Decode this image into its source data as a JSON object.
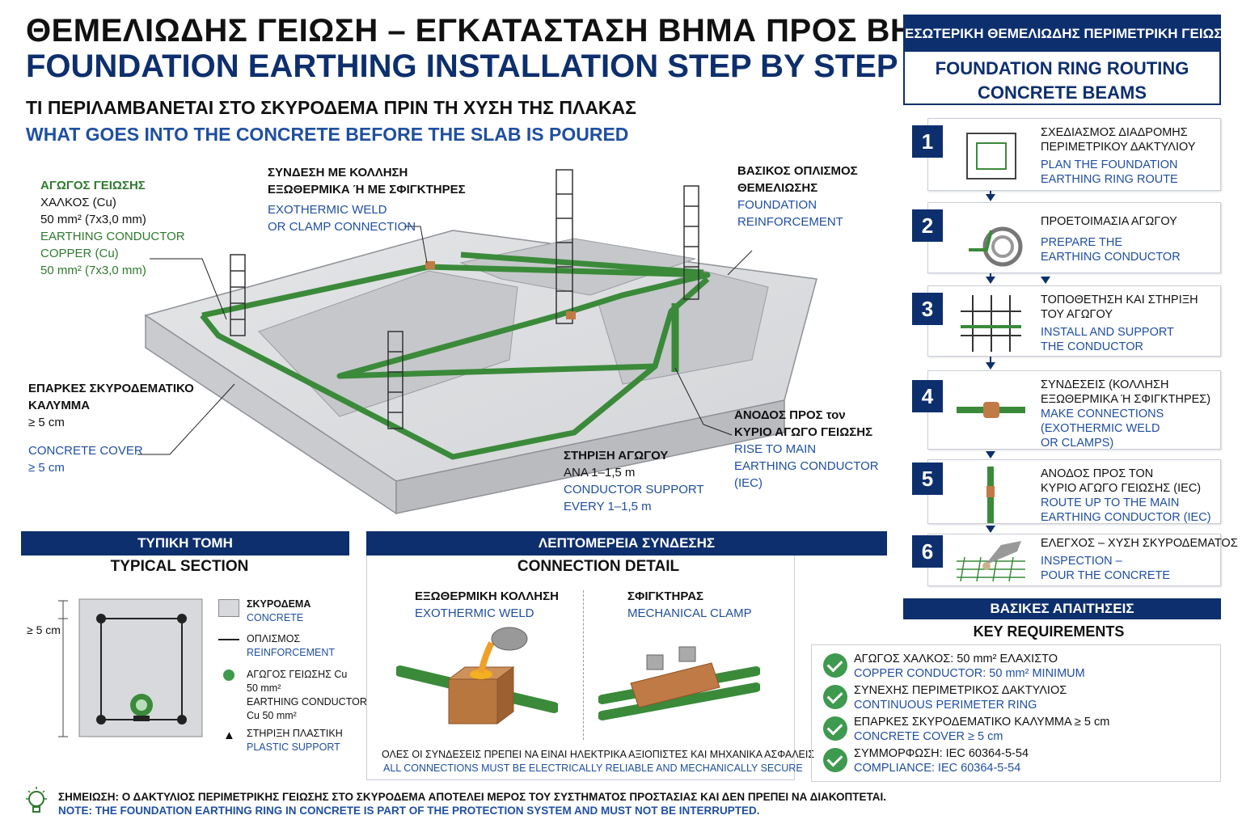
{
  "header": {
    "title_gr": "ΘΕΜΕΛΙΩΔΗΣ ΓΕΙΩΣΗ – ΕΓΚΑΤΑΣΤΑΣΗ ΒΗΜΑ ΠΡΟΣ ΒΗΜΑ",
    "title_en": "FOUNDATION EARTHING INSTALLATION STEP BY STEP",
    "subtitle_gr": "ΤΙ ΠΕΡΙΛΑΜΒΑΝΕΤΑΙ ΣΤΟ ΣΚΥΡΟΔΕΜΑ ΠΡΙΝ ΤΗ ΧΥΣΗ ΤΗΣ ΠΛΑΚΑΣ",
    "subtitle_en": "WHAT GOES INTO THE CONCRETE BEFORE THE SLAB IS POURED"
  },
  "callouts": {
    "conductor": {
      "gr1": "ΑΓΩΓΟΣ ΓΕΙΩΣΗΣ",
      "gr2": "ΧΑΛΚΟΣ (Cu)",
      "gr3": "50 mm² (7x3,0 mm)",
      "en1": "EARTHING CONDUCTOR",
      "en2": "COPPER (Cu)",
      "en3": "50 mm² (7x3,0 mm)"
    },
    "weld": {
      "gr1": "ΣΥΝΔΕΣΗ ΜΕ ΚΟΛΛΗΣΗ",
      "gr2": "ΕΞΩΘΕΡΜΙΚΑ Ή ΜΕ ΣΦΙΓΚΤΗΡΕΣ",
      "en1": "EXOTHERMIC WELD",
      "en2": "OR CLAMP CONNECTION"
    },
    "reinforcement": {
      "gr1": "ΒΑΣΙΚΟΣ ΟΠΛΙΣΜΟΣ",
      "gr2": "ΘΕΜΕΛΙΩΣΗΣ",
      "en1": "FOUNDATION",
      "en2": "REINFORCEMENT"
    },
    "cover": {
      "gr1": "ΕΠΑΡΚΕΣ ΣΚΥΡΟΔΕΜΑΤΙΚΟ",
      "gr2": "ΚΑΛΥΜΜΑ",
      "gr3": "≥ 5 cm",
      "en1": "CONCRETE COVER",
      "en2": "≥ 5 cm"
    },
    "rise": {
      "gr1": "ΑΝΟΔΟΣ ΠΡΟΣ τον",
      "gr2": "ΚΥΡΙΟ ΑΓΩΓΟ ΓΕΙΩΣΗΣ",
      "en1": "RISE TO MAIN",
      "en2": "EARTHING CONDUCTOR",
      "en3": "(IEC)"
    },
    "support": {
      "gr1": "ΣΤΗΡΙΞΗ ΑΓΩΓΟΥ",
      "gr2": "ΑΝΑ 1–1,5 m",
      "en1": "CONDUCTOR SUPPORT",
      "en2": "EVERY 1–1,5 m"
    }
  },
  "right_panel": {
    "bar": "ΕΣΩΤΕΡΙΚΗ ΘΕΜΕΛΙΩΔΗΣ ΠΕΡΙΜΕΤΡΙΚΗ ΓΕΙΩΣΗ",
    "title1": "FOUNDATION RING ROUTING",
    "title2": "CONCRETE BEAMS",
    "steps": [
      {
        "num": "1",
        "gr": [
          "ΣΧΕΔΙΑΣΜΟΣ ΔΙΑΔΡΟΜΗΣ",
          "ΠΕΡΙΜΕΤΡΙΚΟΥ ΔΑΚΤΥΛΙΟΥ"
        ],
        "en": [
          "PLAN THE FOUNDATION",
          "EARTHING RING ROUTE"
        ]
      },
      {
        "num": "2",
        "gr": [
          "ΠΡΟΕΤΟΙΜΑΣΙΑ ΑΓΩΓΟΥ"
        ],
        "en": [
          "PREPARE THE",
          "EARTHING CONDUCTOR"
        ]
      },
      {
        "num": "3",
        "gr": [
          "ΤΟΠΟΘΕΤΗΣΗ ΚΑΙ ΣΤΗΡΙΞΗ",
          "ΤΟΥ ΑΓΩΓΟΥ"
        ],
        "en": [
          "INSTALL AND SUPPORT",
          "THE CONDUCTOR"
        ]
      },
      {
        "num": "4",
        "gr": [
          "ΣΥΝΔΕΣΕΙΣ (ΚΟΛΛΗΣΗ",
          "ΕΞΩΘΕΡΜΙΚΑ Ή ΣΦΙΓΚΤΗΡΕΣ)"
        ],
        "en": [
          "MAKE CONNECTIONS",
          "(EXOTHERMIC WELD",
          "OR CLAMPS)"
        ]
      },
      {
        "num": "5",
        "gr": [
          "ΑΝΟΔΟΣ ΠΡΟΣ ΤΟΝ",
          "ΚΥΡΙΟ ΑΓΩΓΟ ΓΕΙΩΣΗΣ (IEC)"
        ],
        "en": [
          "ROUTE UP TO THE MAIN",
          "EARTHING CONDUCTOR (IEC)"
        ]
      },
      {
        "num": "6",
        "gr": [
          "ΕΛΕΓΧΟΣ – ΧΥΣΗ ΣΚΥΡΟΔΕΜΑΤΟΣ"
        ],
        "en": [
          "INSPECTION –",
          "POUR THE CONCRETE"
        ]
      }
    ]
  },
  "section": {
    "bar": "ΤΥΠΙΚΗ ΤΟΜΗ",
    "sub": "TYPICAL SECTION",
    "dim": "≥ 5 cm",
    "legend": {
      "concrete_gr": "ΣΚΥΡΟΔΕΜΑ",
      "concrete_en": "CONCRETE",
      "reinf_gr": "ΟΠΛΙΣΜΟΣ",
      "reinf_en": "REINFORCEMENT",
      "cond_gr1": "ΑΓΩΓΟΣ ΓΕΙΩΣΗΣ Cu",
      "cond_gr2": "50 mm²",
      "cond_en1": "EARTHING CONDUCTOR",
      "cond_en2": "Cu 50 mm²",
      "support_gr": "ΣΤΗΡΙΞΗ ΠΛΑΣΤΙΚΗ",
      "support_en": "PLASTIC SUPPORT"
    }
  },
  "connection": {
    "bar": "ΛΕΠΤΟΜΕΡΕΙΑ ΣΥΝΔΕΣΗΣ",
    "sub": "CONNECTION DETAIL",
    "weld_gr": "ΕΞΩΘΕΡΜΙΚΗ ΚΟΛΛΗΣΗ",
    "weld_en": "EXOTHERMIC WELD",
    "clamp_gr": "ΣΦΙΓΚΤΗΡΑΣ",
    "clamp_en": "MECHANICAL CLAMP",
    "note_gr": "ΟΛΕΣ ΟΙ ΣΥΝΔΕΣΕΙΣ ΠΡΕΠΕΙ ΝΑ ΕΙΝΑΙ ΗΛΕΚΤΡΙΚΑ ΑΞΙΟΠΙΣΤΕΣ ΚΑΙ ΜΗΧΑΝΙΚΑ ΑΣΦΑΛΕΙΣ",
    "note_en": "ALL CONNECTIONS MUST BE ELECTRICALLY RELIABLE AND MECHANICALLY SECURE"
  },
  "requirements": {
    "bar": "ΒΑΣΙΚΕΣ ΑΠΑΙΤΗΣΕΙΣ",
    "sub": "KEY REQUIREMENTS",
    "items": [
      {
        "gr": "ΑΓΩΓΟΣ ΧΑΛΚΟΣ: 50 mm² ΕΛΑΧΙΣΤΟ",
        "en": "COPPER CONDUCTOR: 50 mm² MINIMUM"
      },
      {
        "gr": "ΣΥΝΕΧΗΣ ΠΕΡΙΜΕΤΡΙΚΟΣ ΔΑΚΤΥΛΙΟΣ",
        "en": "CONTINUOUS PERIMETER RING"
      },
      {
        "gr": "ΕΠΑΡΚΕΣ ΣΚΥΡΟΔΕΜΑΤΙΚΟ ΚΑΛΥΜΜΑ ≥ 5 cm",
        "en": "CONCRETE COVER ≥ 5 cm"
      },
      {
        "gr": "ΣΥΜΜΟΡΦΩΣΗ: IEC 60364-5-54",
        "en": "COMPLIANCE: IEC 60364-5-54"
      }
    ]
  },
  "note": {
    "gr": "ΣΗΜΕΙΩΣΗ: Ο ΔΑΚΤΥΛΙΟΣ ΠΕΡΙΜΕΤΡΙΚΗΣ ΓΕΙΩΣΗΣ ΣΤΟ ΣΚΥΡΟΔΕΜΑ ΑΠΟΤΕΛΕΙ ΜΕΡΟΣ ΤΟΥ ΣΥΣΤΗΜΑΤΟΣ ΠΡΟΣΤΑΣΙΑΣ ΚΑΙ ΔΕΝ ΠΡΕΠΕΙ ΝΑ ΔΙΑΚΟΠΤΕΤΑΙ.",
    "en": "NOTE: THE FOUNDATION EARTHING RING IN CONCRETE IS PART OF THE PROTECTION SYSTEM AND MUST NOT BE INTERRUPTED."
  },
  "colors": {
    "navy": "#0d2f6e",
    "blue": "#1f4fa0",
    "green": "#3e8f3e",
    "concrete": "#d7d9dc",
    "copper": "#c07a45"
  }
}
